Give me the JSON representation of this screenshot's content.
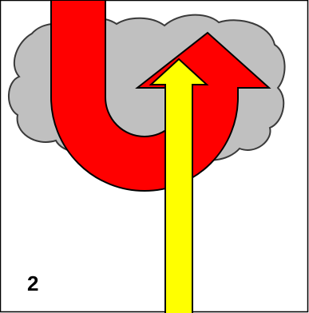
{
  "panel_number": "2",
  "colors": {
    "background": "#ffffff",
    "frame": "#000000",
    "cloud_fill": "#c0c0c0",
    "cloud_stroke": "#3a3a3a",
    "u_arrow_fill": "#ff0000",
    "u_arrow_stroke": "#000000",
    "up_arrow_fill": "#ffff00",
    "up_arrow_stroke": "#000000"
  },
  "elements": {
    "cloud": "cloud-shape",
    "u_turn_arrow": "u-turn-arrow",
    "upward_arrow": "upward-arrow"
  }
}
